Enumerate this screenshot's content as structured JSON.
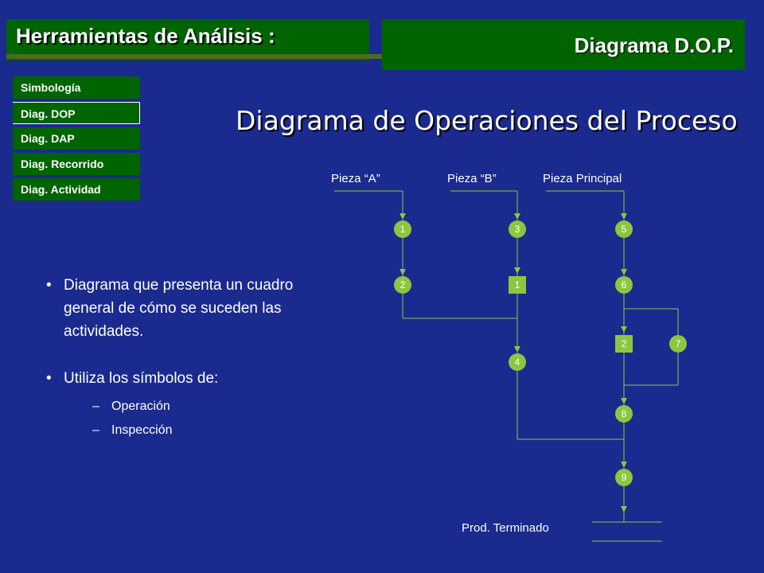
{
  "header": {
    "left_title": "Herramientas de Análisis :",
    "right_title": "Diagrama D.O.P."
  },
  "nav": {
    "items": [
      {
        "label": "Simbología"
      },
      {
        "label": "Diag. DOP"
      },
      {
        "label": "Diag. DAP"
      },
      {
        "label": "Diag. Recorrido"
      },
      {
        "label": "Diag. Actividad"
      }
    ]
  },
  "main": {
    "title": "Diagrama de Operaciones del Proceso",
    "bullets": [
      {
        "text": "Diagrama que presenta un cuadro general de cómo se suceden las actividades."
      },
      {
        "text": "Utiliza los símbolos de:"
      }
    ],
    "sub_items": [
      {
        "text": "Operación"
      },
      {
        "text": "Inspección"
      }
    ]
  },
  "diagram": {
    "labels": {
      "pieza_a": "Pieza “A”",
      "pieza_b": "Pieza “B”",
      "pieza_principal": "Pieza Principal",
      "prod_terminado": "Prod. Terminado"
    },
    "operations": [
      "1",
      "2",
      "3",
      "4",
      "5",
      "6",
      "7",
      "8",
      "9"
    ],
    "inspections": [
      "1",
      "2"
    ],
    "colors": {
      "node": "#8dc63f",
      "line": "#8dc63f"
    }
  }
}
